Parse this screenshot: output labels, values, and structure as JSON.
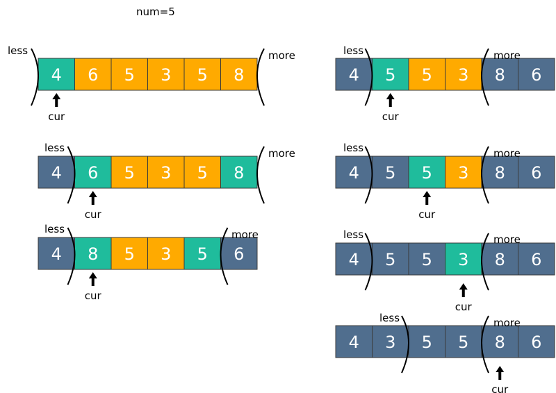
{
  "title": "num=5",
  "labels": {
    "less": "less",
    "more": "more",
    "cur": "cur"
  },
  "colors": {
    "blue": "#506E8E",
    "green": "#1FBC9C",
    "orange": "#FFAA00",
    "border": "#3a3a3a"
  },
  "states": [
    {
      "values": [
        "4",
        "6",
        "5",
        "3",
        "5",
        "8"
      ],
      "colors": [
        "green",
        "orange",
        "orange",
        "orange",
        "orange",
        "orange"
      ],
      "less_after": -1,
      "more_before": 6,
      "cur": 0
    },
    {
      "values": [
        "4",
        "6",
        "5",
        "3",
        "5",
        "8"
      ],
      "colors": [
        "blue",
        "green",
        "orange",
        "orange",
        "orange",
        "green"
      ],
      "less_after": 0,
      "more_before": 6,
      "cur": 1
    },
    {
      "values": [
        "4",
        "8",
        "5",
        "3",
        "5",
        "6"
      ],
      "colors": [
        "blue",
        "green",
        "orange",
        "orange",
        "green",
        "blue"
      ],
      "less_after": 0,
      "more_before": 5,
      "cur": 1
    },
    {
      "values": [
        "4",
        "5",
        "5",
        "3",
        "8",
        "6"
      ],
      "colors": [
        "blue",
        "green",
        "orange",
        "orange",
        "blue",
        "blue"
      ],
      "less_after": 0,
      "more_before": 4,
      "cur": 1
    },
    {
      "values": [
        "4",
        "5",
        "5",
        "3",
        "8",
        "6"
      ],
      "colors": [
        "blue",
        "blue",
        "green",
        "orange",
        "blue",
        "blue"
      ],
      "less_after": 0,
      "more_before": 4,
      "cur": 2
    },
    {
      "values": [
        "4",
        "5",
        "5",
        "3",
        "8",
        "6"
      ],
      "colors": [
        "blue",
        "blue",
        "blue",
        "green",
        "blue",
        "blue"
      ],
      "less_after": 0,
      "more_before": 4,
      "cur": 3
    },
    {
      "values": [
        "4",
        "3",
        "5",
        "5",
        "8",
        "6"
      ],
      "colors": [
        "blue",
        "blue",
        "blue",
        "blue",
        "blue",
        "blue"
      ],
      "less_after": 1,
      "more_before": 4,
      "cur": 4
    }
  ]
}
